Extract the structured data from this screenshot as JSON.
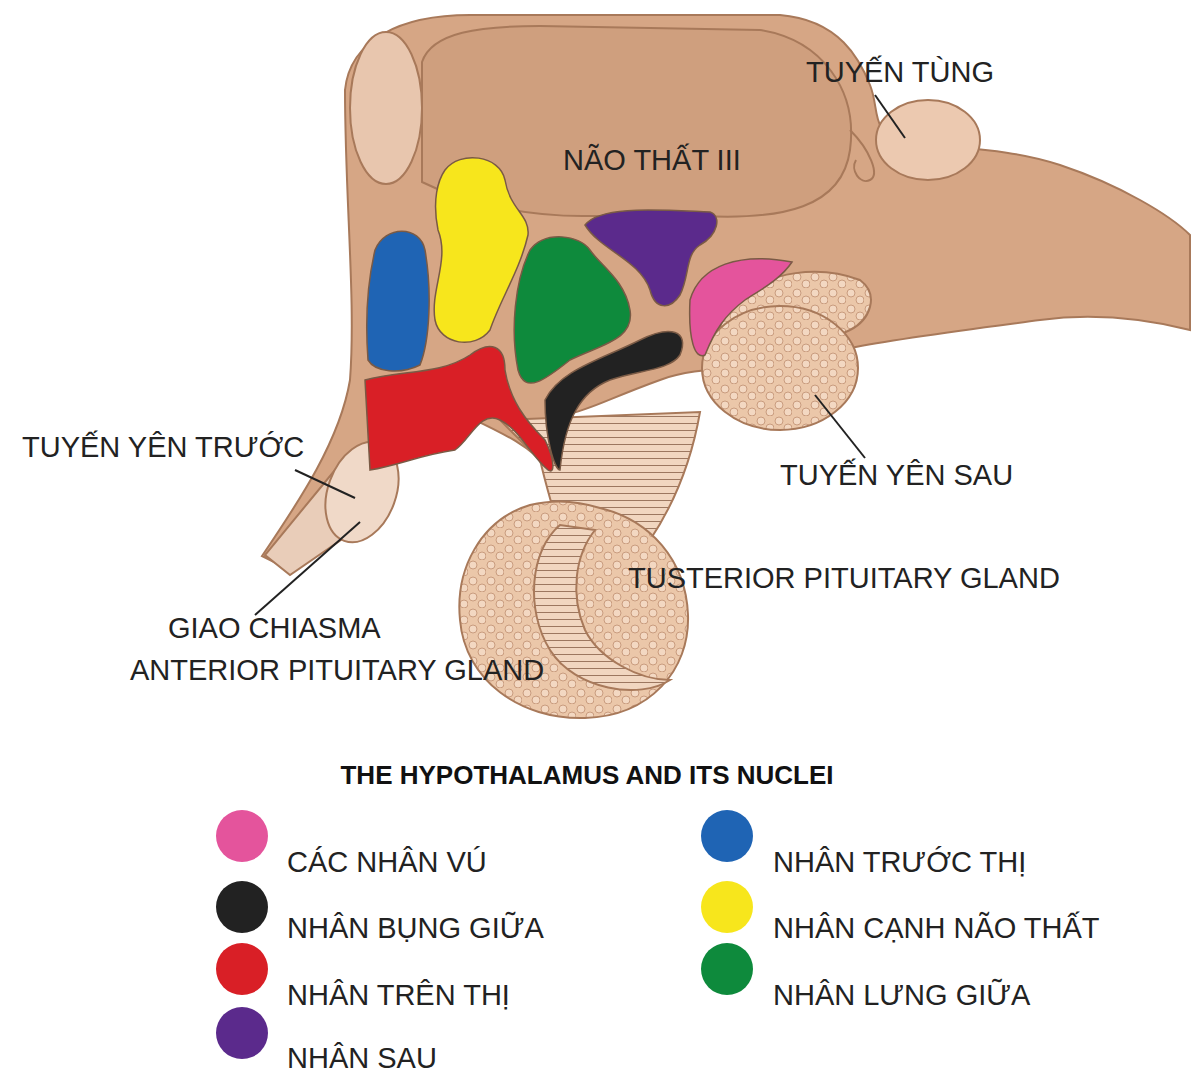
{
  "diagram": {
    "title": "THE HYPOTHALAMUS AND ITS NUCLEI",
    "labels": [
      "TUYẾN TÙNG",
      "NÃO THẤT III",
      "TUYẾN YÊN TRƯỚC",
      "TUYẾN YÊN SAU",
      "TUSTERIOR PITUITARY GLAND",
      "GIAO CHIASMA",
      "ANTERIOR PITUITARY GLAND"
    ],
    "legend": [
      {
        "text": "CÁC NHÂN VÚ",
        "color": "#e4549c"
      },
      {
        "text": "NHÂN BỤNG GIỮA",
        "color": "#222222"
      },
      {
        "text": "NHÂN TRÊN THỊ",
        "color": "#d91f26"
      },
      {
        "text": "NHÂN SAU",
        "color": "#5b2a8c"
      },
      {
        "text": "NHÂN TRƯỚC THỊ",
        "color": "#1f64b4"
      },
      {
        "text": "NHÂN CẠNH NÃO THẤT",
        "color": "#f7e61c"
      },
      {
        "text": "NHÂN LƯNG GIỮA",
        "color": "#0e8a3c"
      }
    ]
  }
}
